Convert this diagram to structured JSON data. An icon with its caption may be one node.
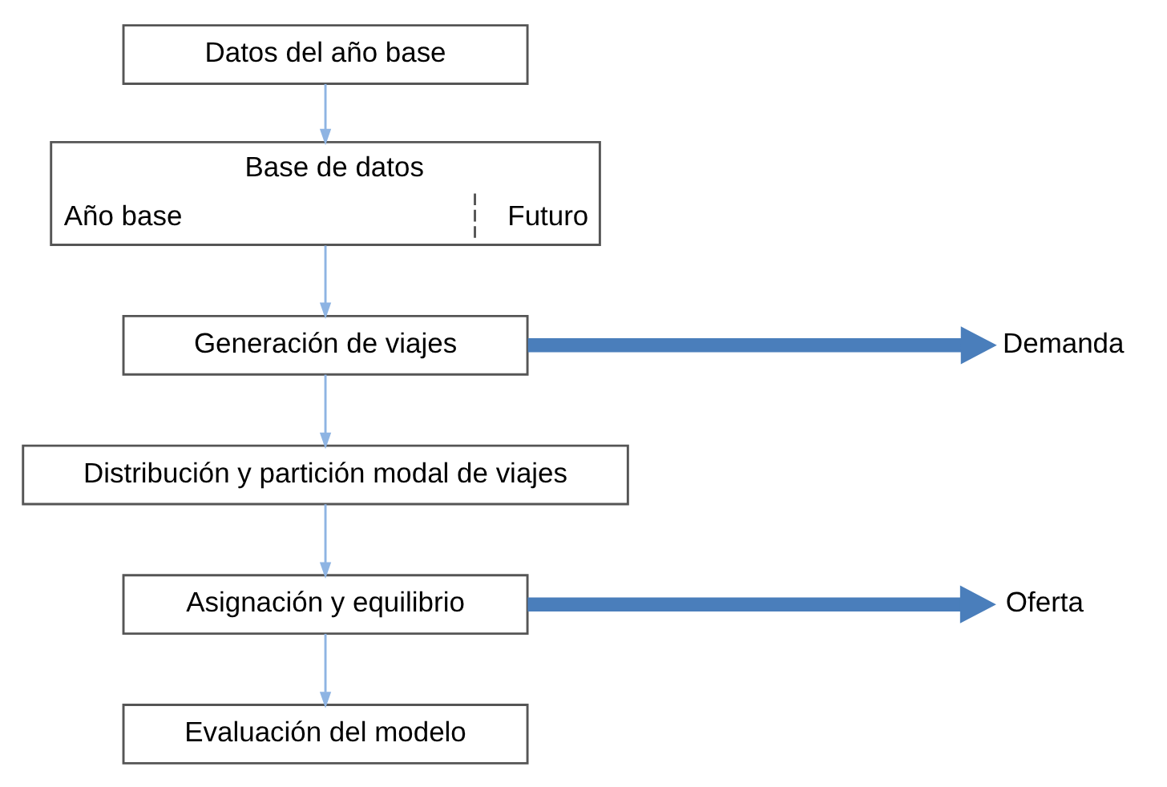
{
  "diagram": {
    "nodes": [
      {
        "text": [
          "Datos del año base"
        ]
      },
      {
        "text": [
          "Base de datos",
          "Año base",
          "Futuro"
        ]
      },
      {
        "text": [
          "Generación de viajes"
        ]
      },
      {
        "text": [
          "Distribución y partición modal de viajes"
        ]
      },
      {
        "text": [
          "Asignación y equilibrio"
        ]
      },
      {
        "text": [
          "Evaluación del modelo"
        ]
      },
      {
        "text": [
          "Demanda"
        ]
      },
      {
        "text": [
          "Oferta"
        ]
      }
    ],
    "edges": [
      {
        "from": 0,
        "to": 1,
        "arrow": "to"
      },
      {
        "from": 1,
        "to": 2,
        "arrow": "to"
      },
      {
        "from": 2,
        "to": 3,
        "arrow": "to"
      },
      {
        "from": 3,
        "to": 4,
        "arrow": "to"
      },
      {
        "from": 4,
        "to": 5,
        "arrow": "to"
      },
      {
        "from": 2,
        "to": 6,
        "arrow": "to",
        "style": "thick",
        "color": "#4a7ebb"
      },
      {
        "from": 4,
        "to": 7,
        "arrow": "to",
        "style": "thick",
        "color": "#4a7ebb"
      }
    ]
  }
}
